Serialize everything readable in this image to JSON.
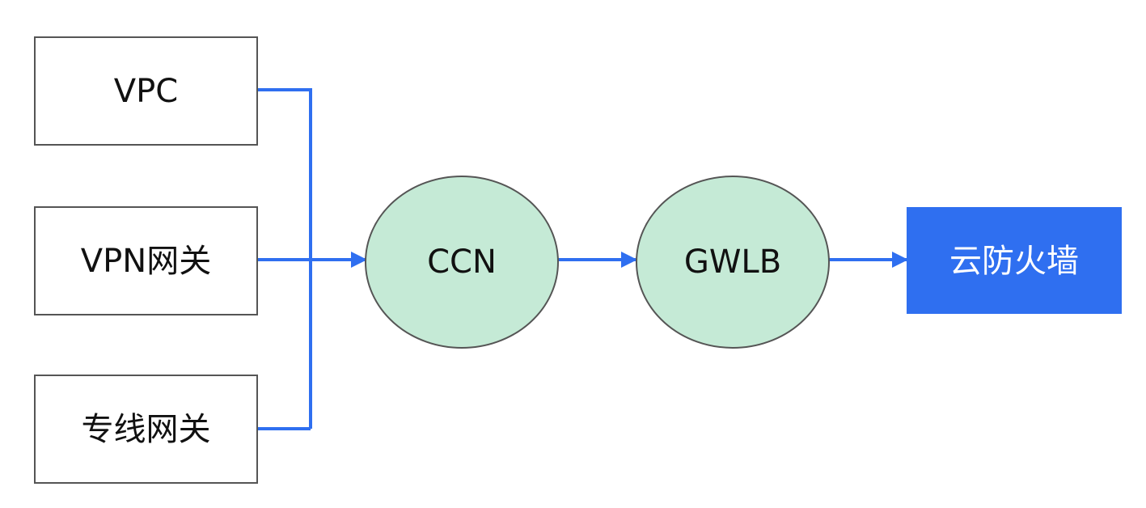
{
  "colors": {
    "background": "#ffffff",
    "connector": "#2f6ff0",
    "box_border": "#555555",
    "ellipse_fill": "#c5ead6",
    "ellipse_border": "#555555",
    "target_fill": "#2f6ff0",
    "target_text": "#ffffff"
  },
  "sources": [
    {
      "label": "VPC"
    },
    {
      "label": "VPN网关"
    },
    {
      "label": "专线网关"
    }
  ],
  "hubs": [
    {
      "label": "CCN"
    },
    {
      "label": "GWLB"
    }
  ],
  "target": {
    "label": "云防火墙"
  }
}
